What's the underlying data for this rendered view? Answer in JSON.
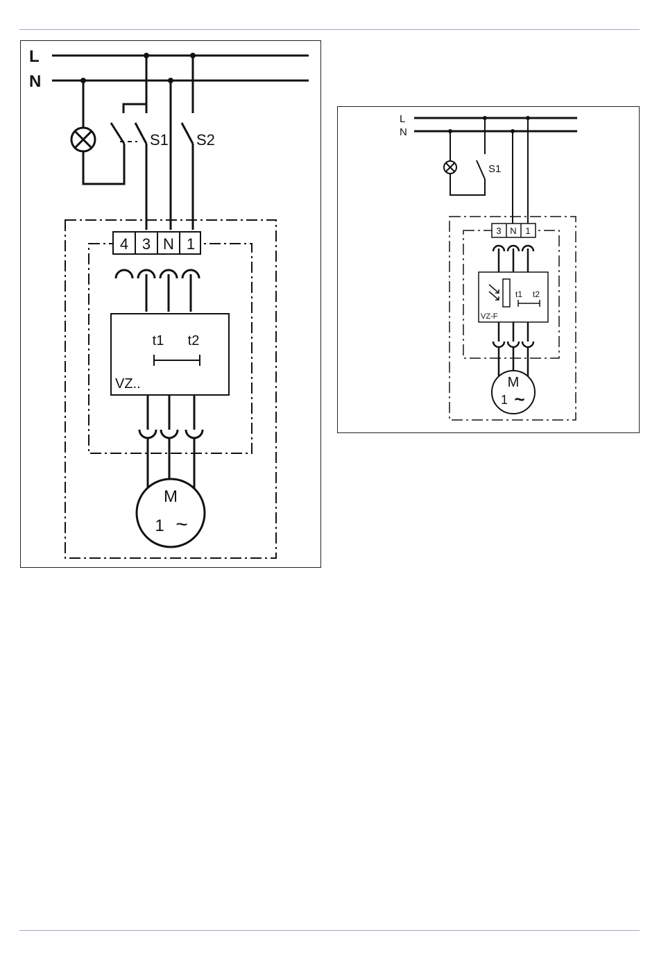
{
  "diagram_left": {
    "line_labels": {
      "live": "L",
      "neutral": "N"
    },
    "switches": [
      "S1",
      "S2"
    ],
    "terminals": [
      "4",
      "3",
      "N",
      "1"
    ],
    "timer": {
      "t1": "t1",
      "t2": "t2",
      "name": "VZ.."
    },
    "motor": {
      "letter": "M",
      "phase": "1",
      "ac_symbol": "~"
    }
  },
  "diagram_right": {
    "line_labels": {
      "live": "L",
      "neutral": "N"
    },
    "switches": [
      "S1"
    ],
    "terminals": [
      "3",
      "N",
      "1"
    ],
    "timer": {
      "t1": "t1",
      "t2": "t2",
      "name": "VZ-F"
    },
    "motor": {
      "letter": "M",
      "phase": "1",
      "ac_symbol": "~"
    }
  }
}
